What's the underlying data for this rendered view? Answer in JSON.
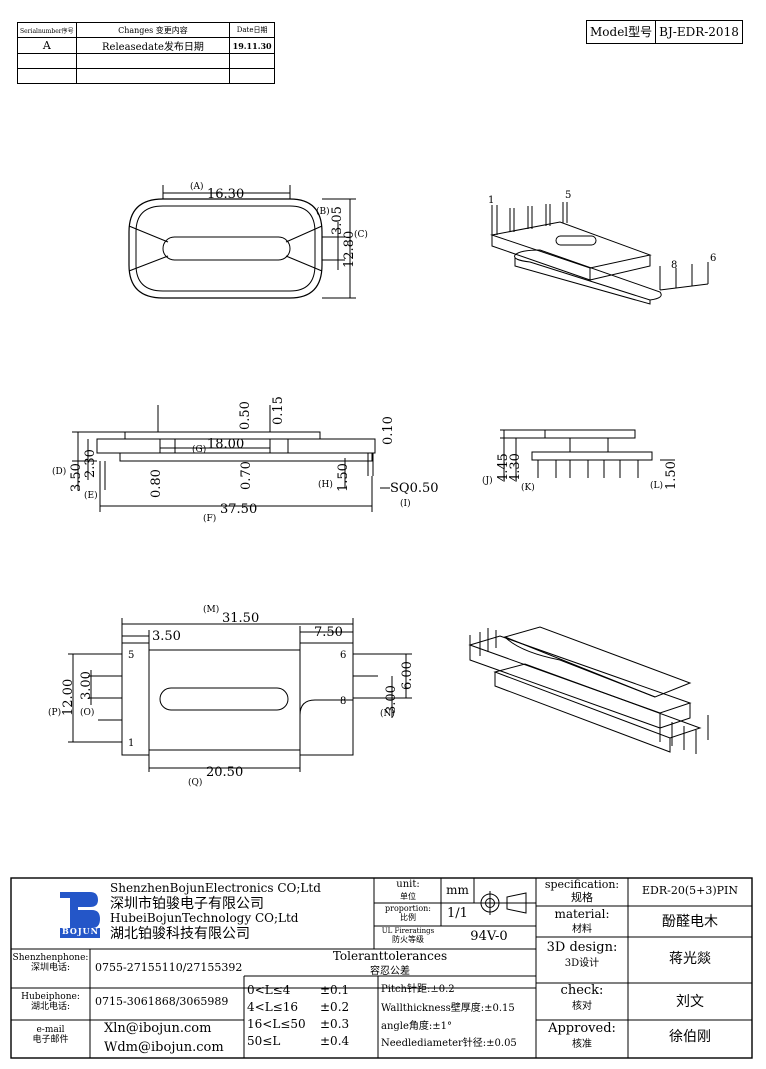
{
  "revision_table": {
    "headers": {
      "serial": "Serialnumber序号",
      "changes": "Changes 变更内容",
      "date": "Date日期"
    },
    "rows": [
      {
        "serial": "A",
        "changes": "Releasedate发布日期",
        "date": "19.11.30"
      },
      {
        "serial": "",
        "changes": "",
        "date": ""
      },
      {
        "serial": "",
        "changes": "",
        "date": ""
      }
    ]
  },
  "model": {
    "label": "Model型号",
    "value": "BJ-EDR-2018"
  },
  "top_view": {
    "A": "(A)",
    "A_val": "16.30",
    "B": "(B)",
    "B_val": "3.05",
    "C": "(C)",
    "C_val": "12.80"
  },
  "iso_top": {
    "pin1": "1",
    "pin5": "5",
    "pin8": "8",
    "pin6": "6"
  },
  "side_view": {
    "v050": "0.50",
    "v015": "0.15",
    "v010": "0.10",
    "G": "(G)",
    "G_val": "18.00",
    "D": "(D)",
    "D_val": "3.50",
    "v230": "2.30",
    "E": "(E)",
    "v080": "0.80",
    "v070": "0.70",
    "H": "(H)",
    "H_val": "1.50",
    "I": "(I)",
    "I_val": "SQ0.50",
    "F": "(F)",
    "F_val": "37.50"
  },
  "end_view": {
    "J": "(J)",
    "J_val": "4.45",
    "K": "(K)",
    "K_val": "4.30",
    "L": "(L)",
    "L_val": "1.50"
  },
  "bottom_view": {
    "M": "(M)",
    "M_val": "31.50",
    "v350": "3.50",
    "v750": "7.50",
    "P": "(P)",
    "P_val": "12.00",
    "O": "(O)",
    "O_val": "3.00",
    "N": "(N)",
    "N_val": "3.00",
    "v600": "6.00",
    "Q": "(Q)",
    "Q_val": "20.50",
    "pin5": "5",
    "pin1": "1",
    "pin6": "6",
    "pin8": "8"
  },
  "title_block": {
    "company_en1": "ShenzhenBojunElectronics CO;Ltd",
    "company_cn1": "深圳市铂骏电子有限公司",
    "company_en2": "HubeiBojunTechnology CO;Ltd",
    "company_cn2": "湖北铂骏科技有限公司",
    "logo_text": "BOJUN",
    "unit_label": "unit:",
    "unit_cn": "单位",
    "unit_val": "mm",
    "proportion_label": "proportion:",
    "proportion_cn": "比例",
    "proportion_val": "1/1",
    "ul_label": "UL Fireratings",
    "ul_cn": "防火等级",
    "ul_val": "94V-0",
    "spec_label": "specification:",
    "spec_cn": "规格",
    "spec_val": "EDR-20(5+3)PIN",
    "material_label": "material:",
    "material_cn": "材料",
    "material_val": "酚醛电木",
    "design_label": "3D design:",
    "design_cn": "3D设计",
    "design_val": "蒋光燚",
    "check_label": "check:",
    "check_cn": "核对",
    "check_val": "刘文",
    "approved_label": "Approved:",
    "approved_cn": "核准",
    "approved_val": "徐伯刚",
    "sz_phone_label": "Shenzhenphone:",
    "sz_phone_cn": "深圳电话:",
    "sz_phone_val": "0755-27155110/27155392",
    "hb_phone_label": "Hubeiphone:",
    "hb_phone_cn": "湖北电话:",
    "hb_phone_val": "0715-3061868/3065989",
    "email_label": "e-mail",
    "email_cn": "电子邮件",
    "email1": "Xln@ibojun.com",
    "email2": "Wdm@ibojun.com",
    "tol_title": "Toleranttolerances",
    "tol_cn": "容忍公差",
    "tol_rows": [
      {
        "range": "0<L≤4",
        "val": "±0.1"
      },
      {
        "range": "4<L≤16",
        "val": "±0.2"
      },
      {
        "range": "16<L≤50",
        "val": "±0.3"
      },
      {
        "range": "50≤L",
        "val": "±0.4"
      }
    ],
    "pitch": "Pitch针距:±0.2",
    "wall": "Wallthickness壁厚度:±0.15",
    "angle": "angle角度:±1°",
    "needle": "Needlediameter针径:±0.05"
  }
}
